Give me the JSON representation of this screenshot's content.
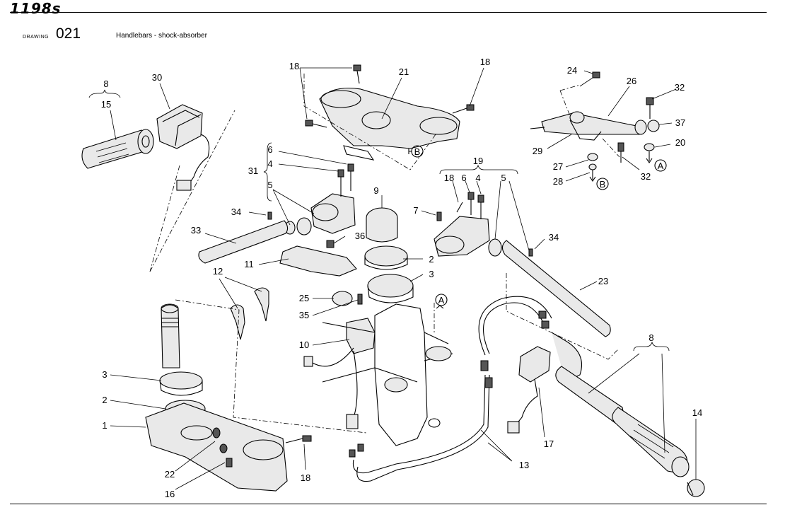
{
  "header": {
    "logo": "1198s",
    "drawing_label": "DRAWING",
    "drawing_number": "021",
    "title": "Handlebars - shock-absorber"
  },
  "callouts": {
    "c1": "1",
    "c2a": "2",
    "c2b": "2",
    "c3a": "3",
    "c3b": "3",
    "c4a": "4",
    "c4b": "4",
    "c5a": "5",
    "c5b": "5",
    "c6a": "6",
    "c6b": "6",
    "c7": "7",
    "c8a": "8",
    "c8b": "8",
    "c9": "9",
    "c10": "10",
    "c11": "11",
    "c12": "12",
    "c13": "13",
    "c14": "14",
    "c15": "15",
    "c16": "16",
    "c17": "17",
    "c18a": "18",
    "c18b": "18",
    "c18c": "18",
    "c18d": "18",
    "c19": "19",
    "c20": "20",
    "c21": "21",
    "c22": "22",
    "c23": "23",
    "c24": "24",
    "c25": "25",
    "c26": "26",
    "c27": "27",
    "c28": "28",
    "c29": "29",
    "c30": "30",
    "c31": "31",
    "c32a": "32",
    "c32b": "32",
    "c33": "33",
    "c34a": "34",
    "c34b": "34",
    "c35": "35",
    "c36": "36",
    "c37": "37"
  },
  "refs": {
    "refA1": "A",
    "refA2": "A",
    "refB1": "B",
    "refB2": "B"
  }
}
